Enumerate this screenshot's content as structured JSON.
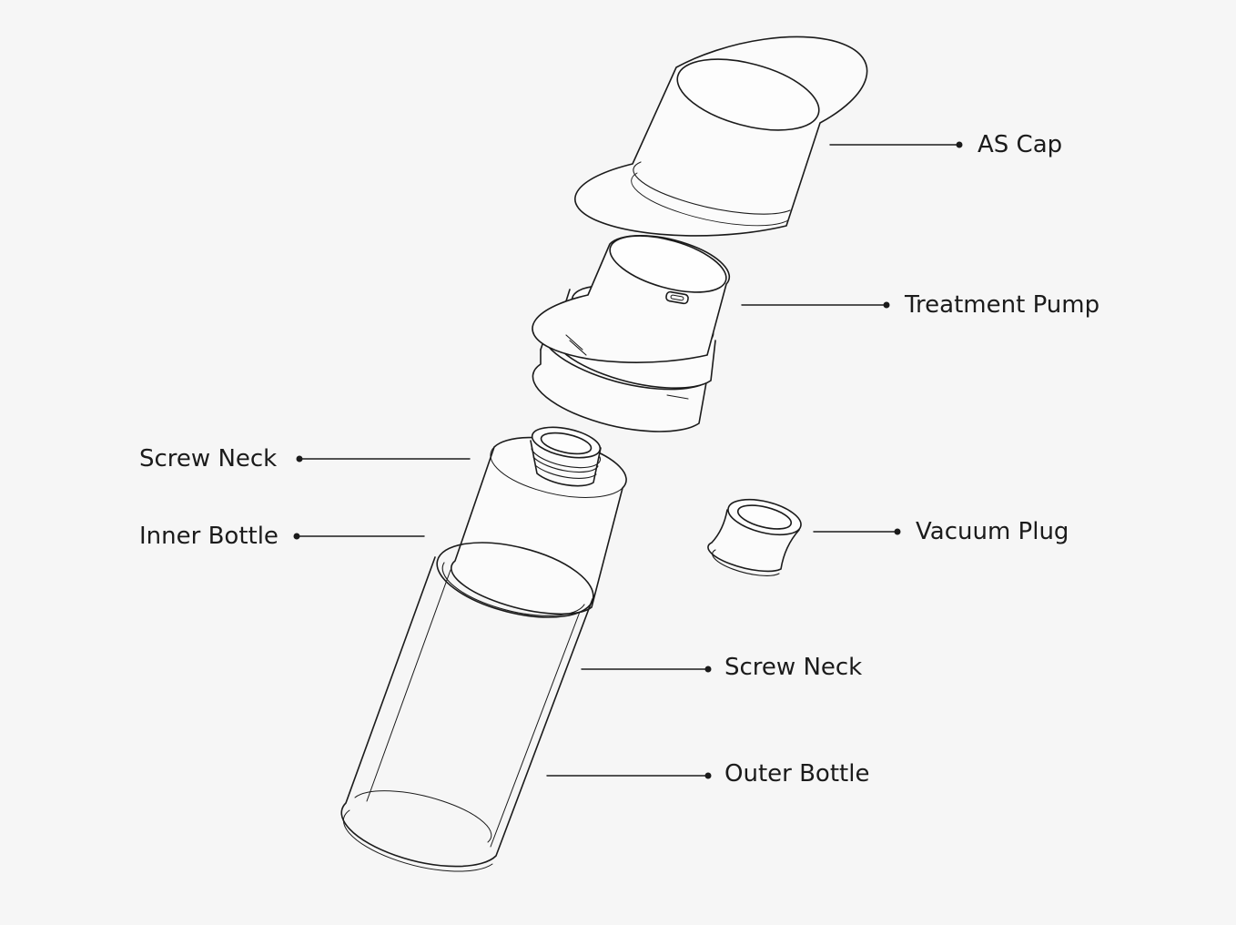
{
  "diagram": {
    "parts": [
      {
        "id": "as-cap",
        "label": "AS Cap"
      },
      {
        "id": "treatment-pump",
        "label": "Treatment Pump"
      },
      {
        "id": "screw-neck-inner",
        "label": "Screw Neck"
      },
      {
        "id": "inner-bottle",
        "label": "Inner Bottle"
      },
      {
        "id": "vacuum-plug",
        "label": "Vacuum Plug"
      },
      {
        "id": "screw-neck-outer",
        "label": "Screw Neck"
      },
      {
        "id": "outer-bottle",
        "label": "Outer Bottle"
      }
    ],
    "colors": {
      "line": "#1b1b1b",
      "background": "#f6f6f6"
    }
  }
}
